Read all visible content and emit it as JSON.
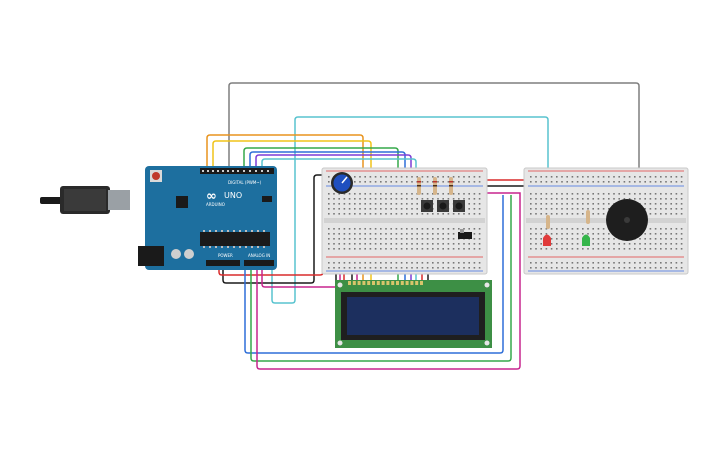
{
  "arduino": {
    "brand_text": "ARDUINO",
    "model_text": "UNO",
    "header_digital_label": "DIGITAL (PWM~)",
    "header_power_label": "POWER",
    "header_analog_label": "ANALOG IN",
    "board_color": "#1d6f9f",
    "usb_color": "#9aa0a5"
  },
  "lcd": {
    "display_color": "#1c2f5e",
    "pcb_color": "#3d8f45",
    "pin_count": 16
  },
  "breadboards": {
    "count": 2,
    "body_color": "#e6e6e6",
    "rail_red": "#e03b3b",
    "rail_blue": "#3b6be0"
  },
  "components": {
    "potentiometer_color": "#1f4fbf",
    "led_red_color": "#e03b3b",
    "led_green_color": "#35b54a",
    "buzzer_color": "#1e1e1e",
    "resistor_color": "#d6b58a"
  },
  "wire_colors": {
    "orange": "#e8941e",
    "yellow": "#f0c419",
    "green": "#35a84a",
    "blue": "#2f6fd8",
    "cyan": "#58c3cf",
    "magenta": "#c7258e",
    "purple": "#7d3dd6",
    "gray": "#7f7f7f",
    "black": "#1a1a1a",
    "red": "#d92b2b"
  }
}
